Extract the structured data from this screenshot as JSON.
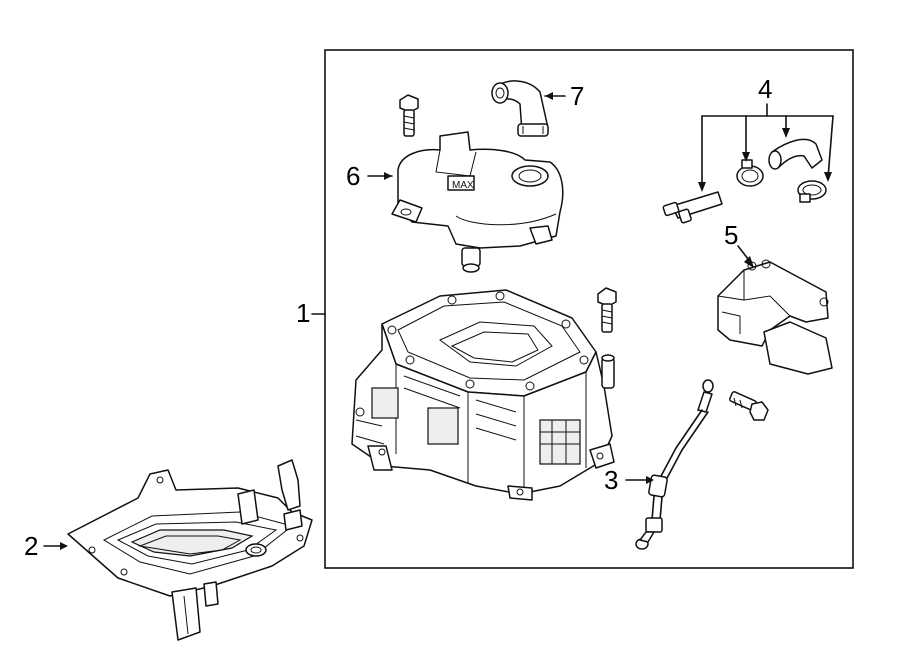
{
  "callouts": {
    "c1": "1",
    "c2": "2",
    "c3": "3",
    "c4": "4",
    "c5": "5",
    "c6": "6",
    "c7": "7"
  },
  "parts": [
    {
      "callout": "1",
      "icon": "inverter-assembly-icon"
    },
    {
      "callout": "2",
      "icon": "mounting-bracket-icon"
    },
    {
      "callout": "3",
      "icon": "ground-cable-icon"
    },
    {
      "callout": "4",
      "icon": "hose-and-clamps-icon"
    },
    {
      "callout": "5",
      "icon": "bracket-icon"
    },
    {
      "callout": "6",
      "icon": "coolant-reservoir-icon"
    },
    {
      "callout": "7",
      "icon": "hose-icon"
    }
  ]
}
